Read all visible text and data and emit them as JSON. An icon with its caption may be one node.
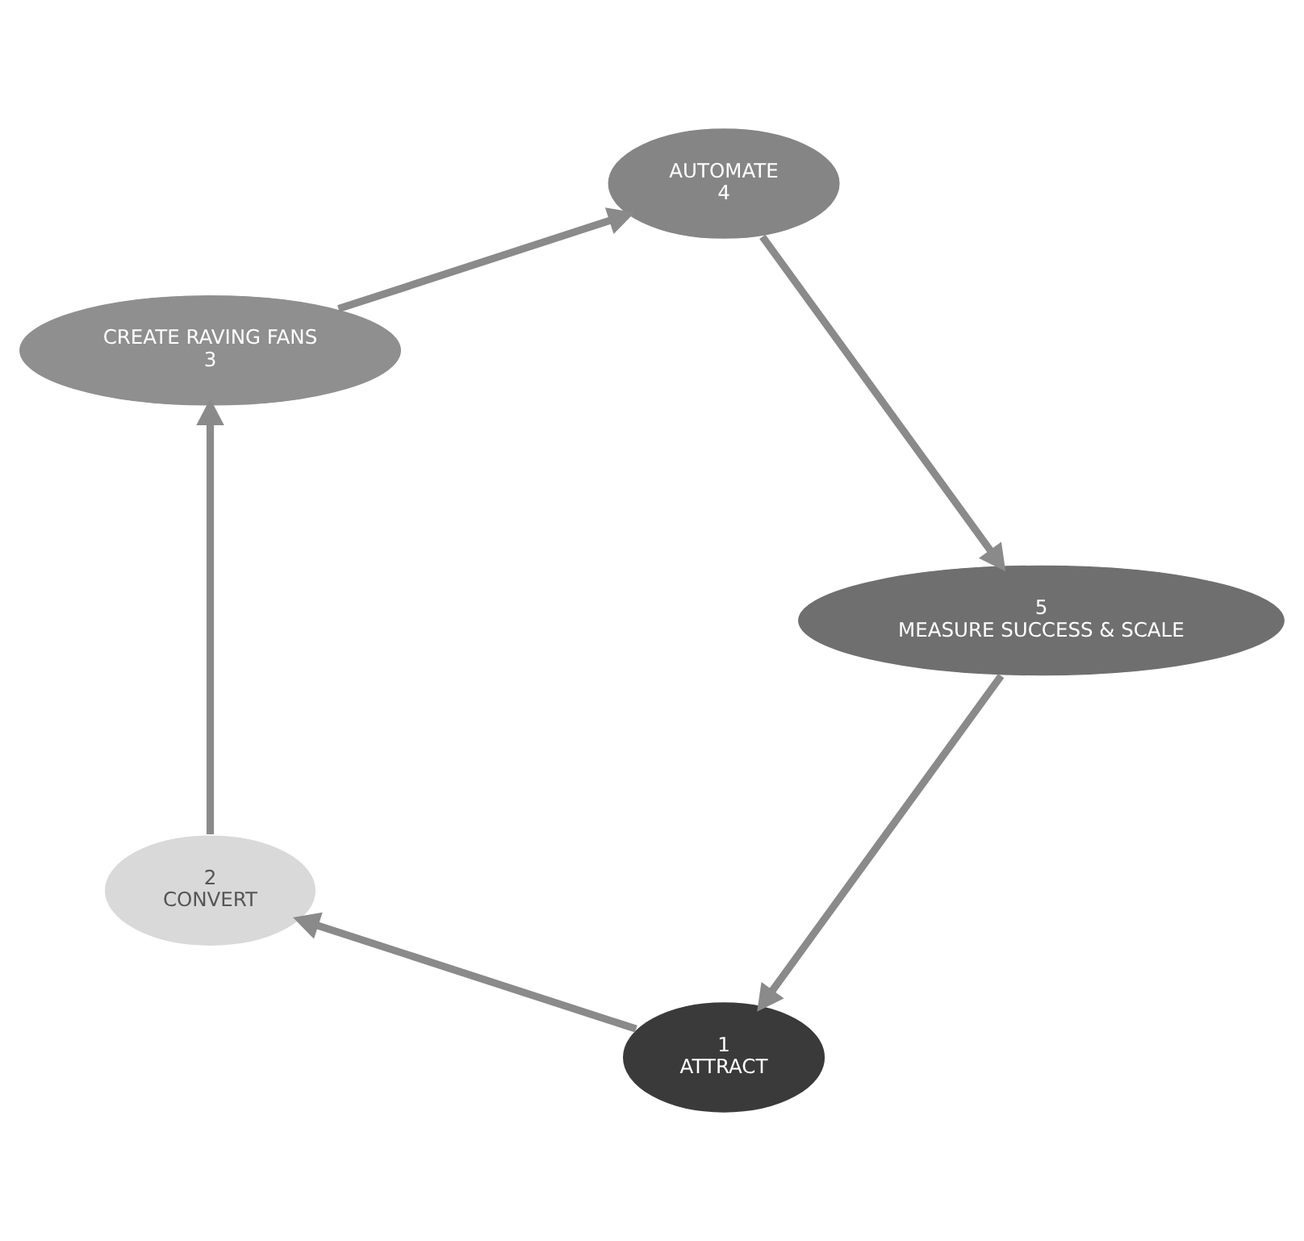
{
  "diagram": {
    "nodes": [
      {
        "text": [
          "1",
          "ATTRACT"
        ]
      },
      {
        "text": [
          "2",
          "CONVERT"
        ]
      },
      {
        "text": [
          "CREATE RAVING FANS",
          "3"
        ]
      },
      {
        "text": [
          "AUTOMATE",
          "4"
        ]
      },
      {
        "text": [
          "5",
          "MEASURE SUCCESS & SCALE"
        ]
      }
    ],
    "edges": [
      {
        "from": 0,
        "to": 1,
        "arrow": "to"
      },
      {
        "from": 1,
        "to": 2,
        "arrow": "to"
      },
      {
        "from": 2,
        "to": 3,
        "arrow": "to"
      },
      {
        "from": 3,
        "to": 4,
        "arrow": "to"
      },
      {
        "from": 4,
        "to": 0,
        "arrow": "to"
      }
    ]
  }
}
